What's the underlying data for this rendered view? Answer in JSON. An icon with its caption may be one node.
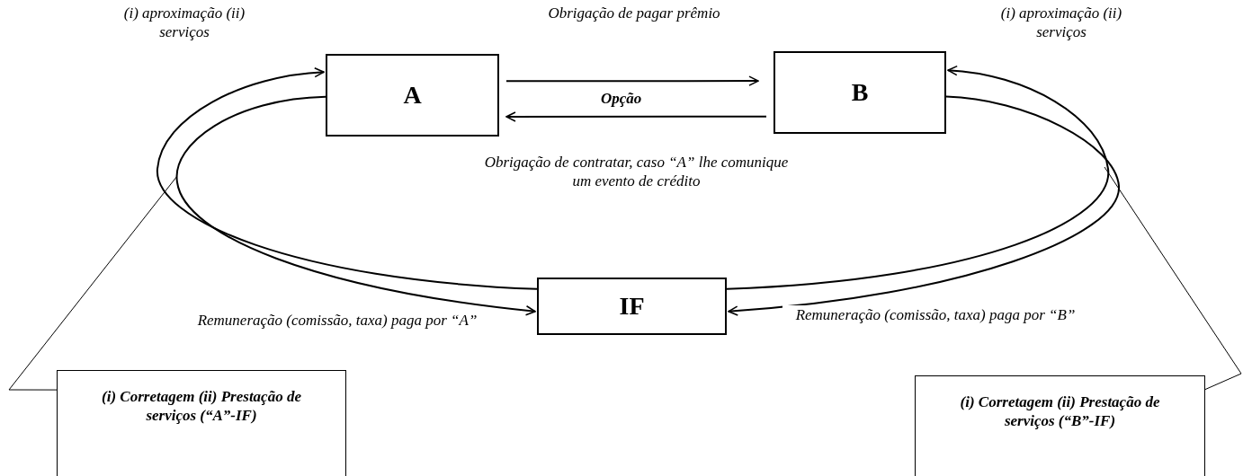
{
  "diagram": {
    "nodes": [
      {
        "text": [
          "A"
        ]
      },
      {
        "text": [
          "B"
        ]
      },
      {
        "text": [
          "IF"
        ]
      },
      {
        "text": [
          "(i) Corretagem (ii) Prestação de serviços (“A”-IF)"
        ]
      },
      {
        "text": [
          "(i) Corretagem (ii) Prestação de serviços (“B”-IF)"
        ]
      }
    ],
    "edges": [
      {
        "from": 0,
        "to": 1,
        "arrow": "to",
        "label": "Obrigação de pagar prêmio"
      },
      {
        "from": 1,
        "to": 0,
        "arrow": "to",
        "label": "Obrigação de contratar, caso “A” lhe comunique um evento de crédito"
      },
      {
        "from": 2,
        "to": 0,
        "arrow": "to",
        "label": "(i) aproximação (ii) serviços"
      },
      {
        "from": 0,
        "to": 2,
        "arrow": "to",
        "label": "Remuneração (comissão, taxa) paga por “A”"
      },
      {
        "from": 2,
        "to": 1,
        "arrow": "to",
        "label": "(i) aproximação (ii) serviços"
      },
      {
        "from": 1,
        "to": 2,
        "arrow": "to",
        "label": "Remuneração (comissão, taxa) paga por “B”"
      },
      {
        "from": 3,
        "to": null,
        "arrow": "none"
      },
      {
        "from": 4,
        "to": null,
        "arrow": "none"
      }
    ],
    "labels": [
      "Opção"
    ]
  }
}
